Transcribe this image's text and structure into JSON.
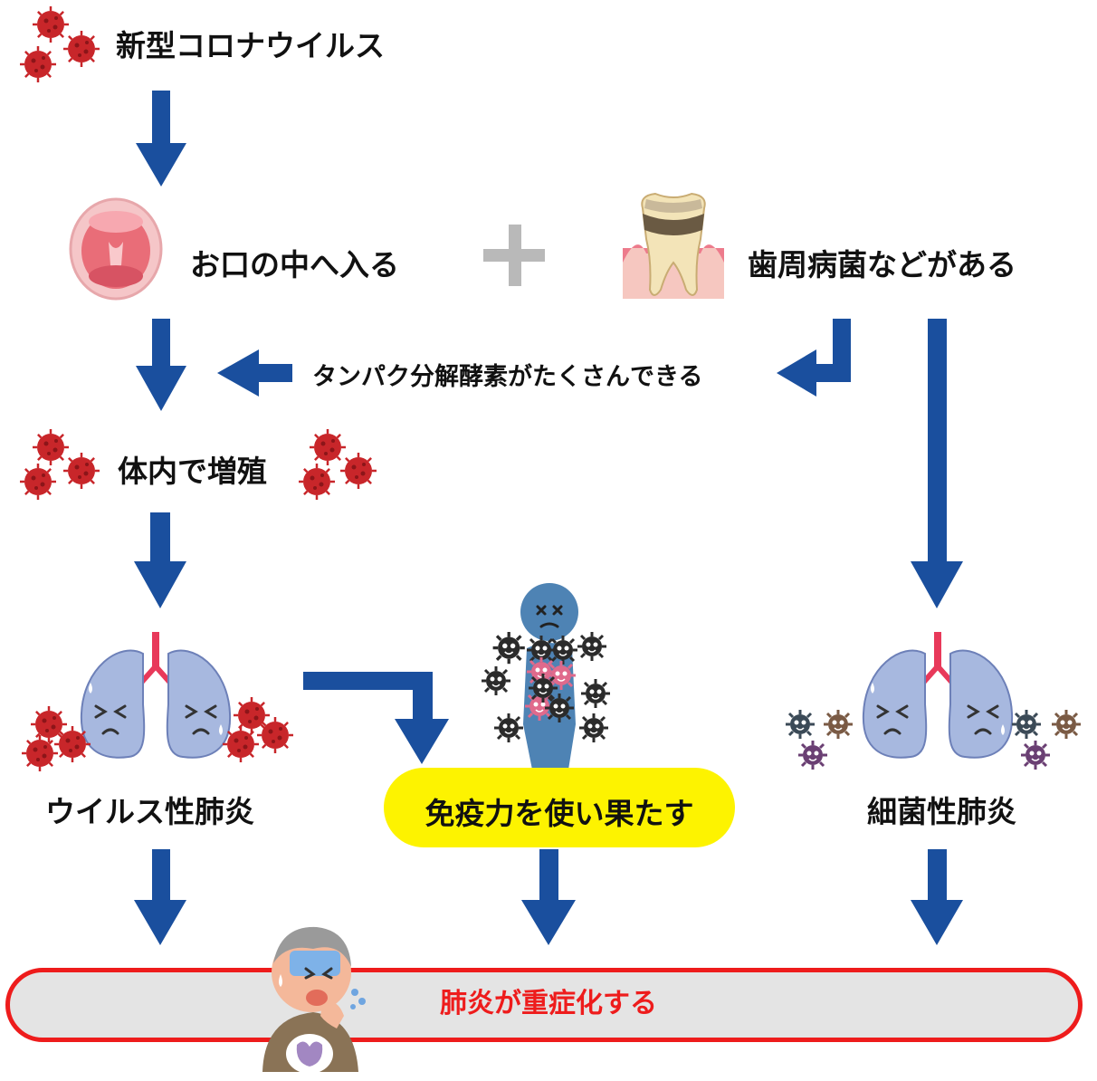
{
  "nodes": {
    "virus": "新型コロナウイルス",
    "mouth": "お口の中へ入る",
    "gum": "歯周病菌などがある",
    "enzyme": "タンパク分解酵素がたくさんできる",
    "multiply": "体内で増殖",
    "viral_pneumonia": "ウイルス性肺炎",
    "immunity": "免疫力を使い果たす",
    "bacterial_pneumonia": "細菌性肺炎",
    "severe": "肺炎が重症化する"
  },
  "colors": {
    "arrow": "#1a4f9e",
    "virus": "#c8262a",
    "plus": "#b9b9b9",
    "pill": "#fdf300",
    "bar_fill": "#e4e4e4",
    "bar_border": "#ee1c1c",
    "bar_text": "#ee1c1c",
    "lung": "#a7b8df",
    "body": "#4e83b4"
  }
}
